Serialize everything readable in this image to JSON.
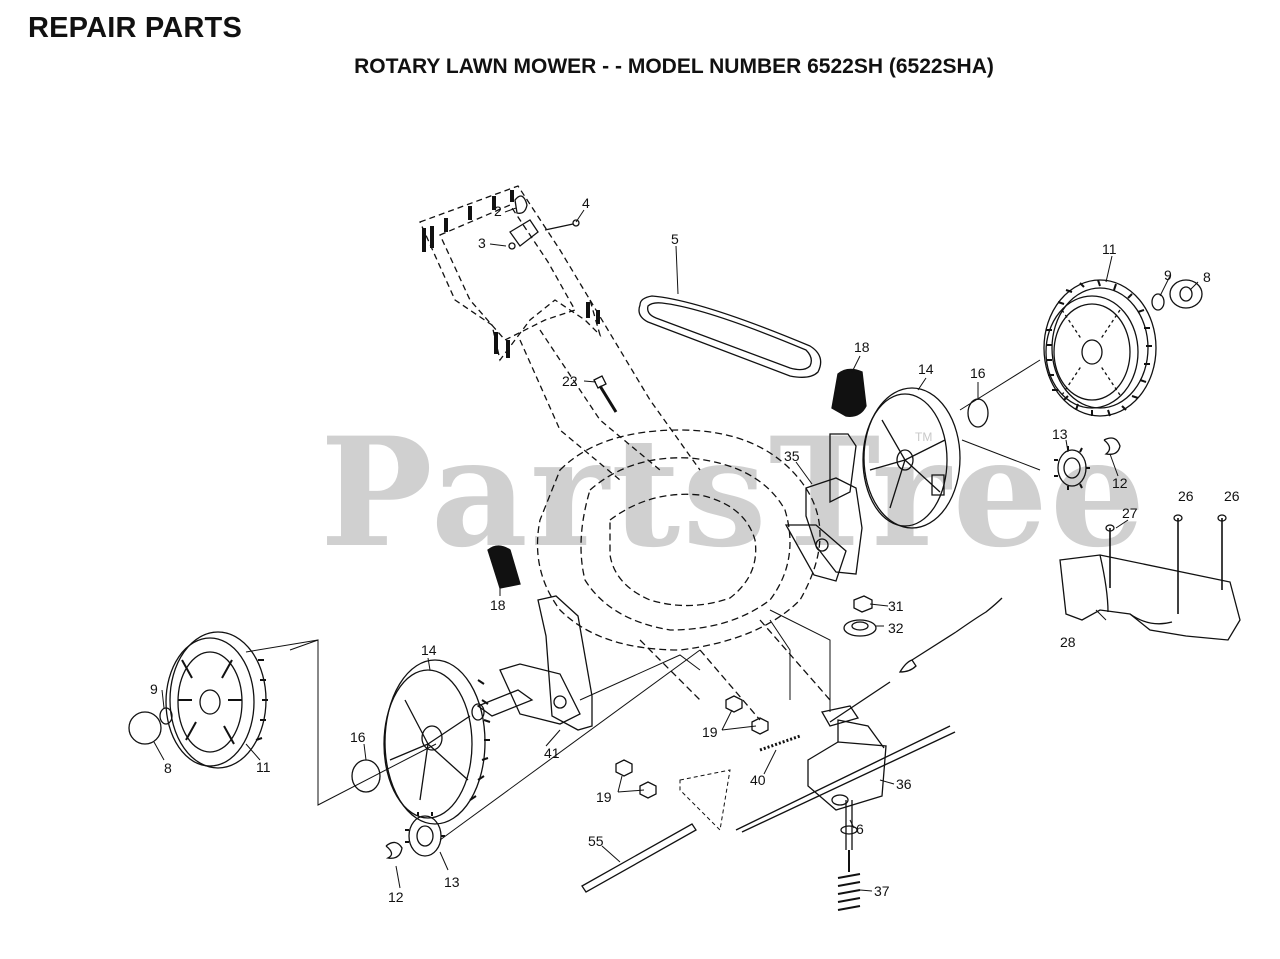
{
  "header": {
    "title": "REPAIR PARTS",
    "subtitle": "ROTARY LAWN MOWER - - MODEL NUMBER 6522SH (6522SHA)"
  },
  "watermark": {
    "text": "PartsTree",
    "mark": "TM",
    "color": "#d0d0d0"
  },
  "callouts": {
    "c2": "2",
    "c3": "3",
    "c4": "4",
    "c5": "5",
    "c11a": "11",
    "c9a": "9",
    "c8a": "8",
    "c18a": "18",
    "c14a": "14",
    "c16a": "16",
    "c22": "22",
    "c13a": "13",
    "c12a": "12",
    "c35": "35",
    "c27": "27",
    "c26a": "26",
    "c26b": "26",
    "c28": "28",
    "c31": "31",
    "c32": "32",
    "c18b": "18",
    "c14b": "14",
    "c9b": "9",
    "c8b": "8",
    "c11b": "11",
    "c16b": "16",
    "c41": "41",
    "c19a": "19",
    "c19b": "19",
    "c40": "40",
    "c36": "36",
    "c6": "6",
    "c37": "37",
    "c55": "55",
    "c12b": "12",
    "c13b": "13"
  }
}
